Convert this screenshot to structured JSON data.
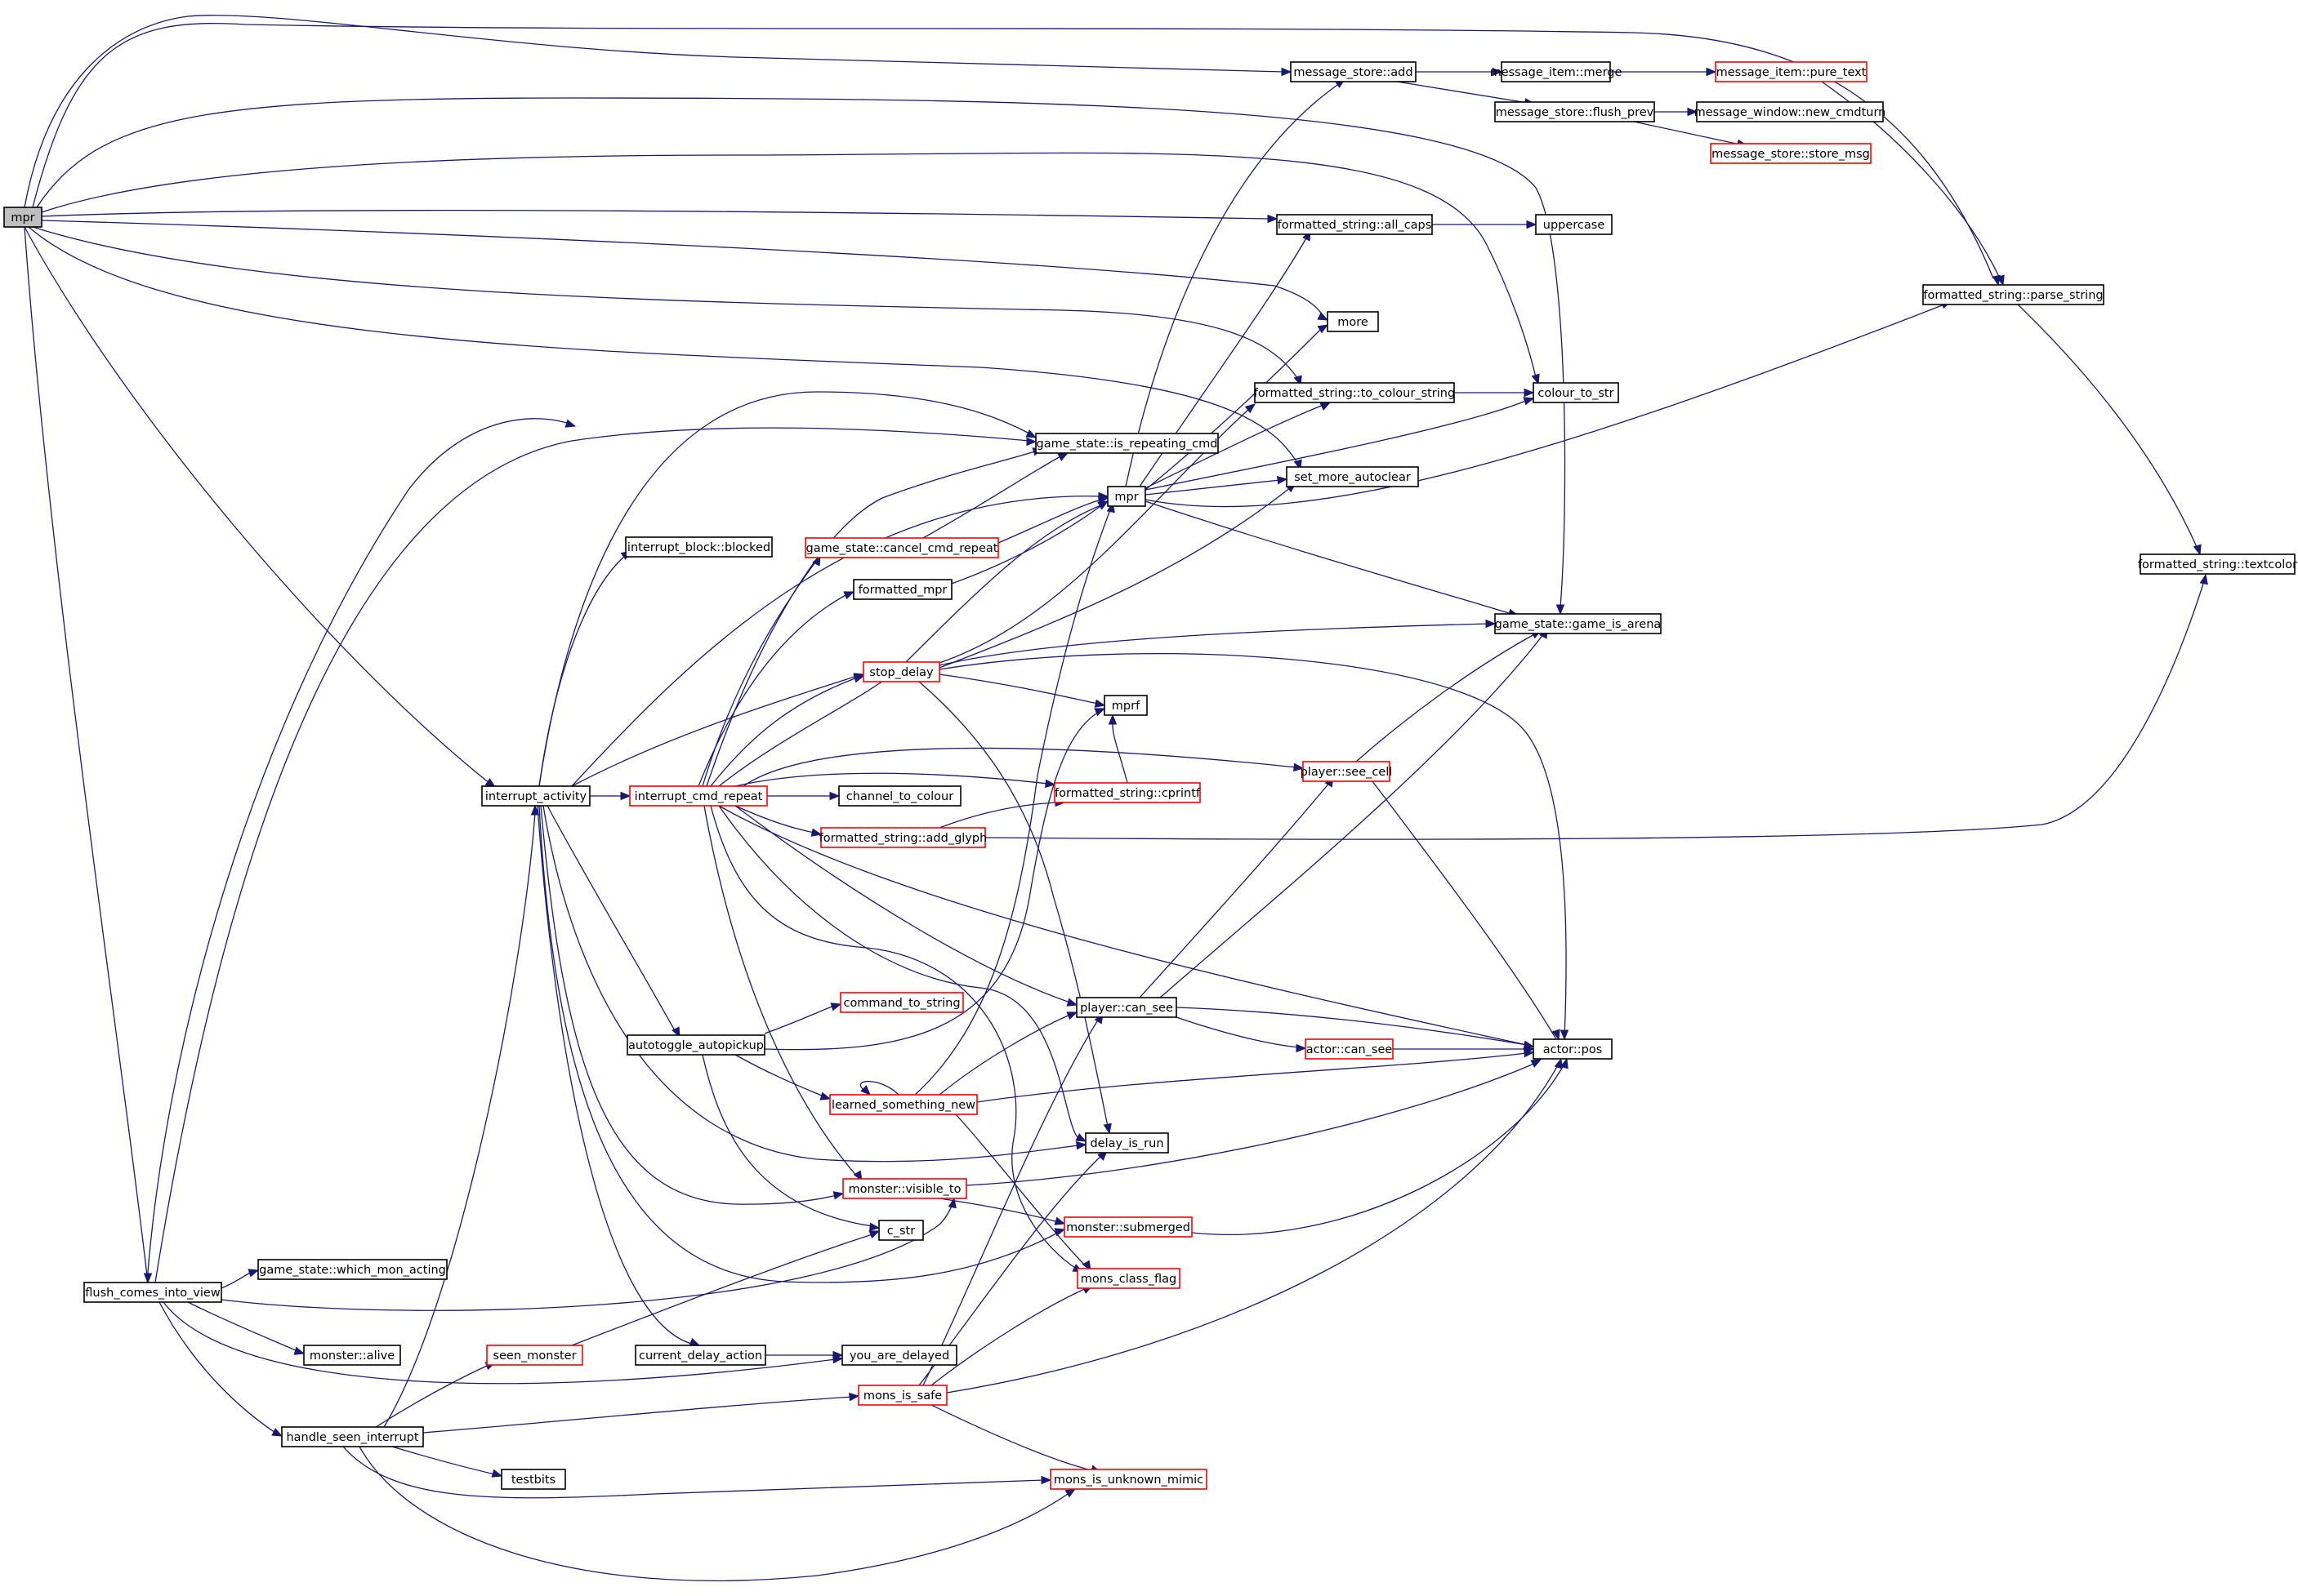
{
  "diagram": {
    "type": "call-graph",
    "colors": {
      "edge": "#191970",
      "root_fill": "#bfbfbf",
      "node_fill": "#ffffff",
      "node_border": "#000000",
      "red_border": "#ff0000"
    },
    "nodes": [
      {
        "id": "mpr_root",
        "label": "mpr",
        "style": "root"
      },
      {
        "id": "ms_add",
        "label": "message_store::add",
        "style": "normal"
      },
      {
        "id": "mi_merge",
        "label": "message_item::merge",
        "style": "normal"
      },
      {
        "id": "mi_pure",
        "label": "message_item::pure_text",
        "style": "red"
      },
      {
        "id": "ms_flush",
        "label": "message_store::flush_prev",
        "style": "normal"
      },
      {
        "id": "mw_newcmd",
        "label": "message_window::new_cmdturn",
        "style": "normal"
      },
      {
        "id": "ms_store",
        "label": "message_store::store_msg",
        "style": "red"
      },
      {
        "id": "fs_allcaps",
        "label": "formatted_string::all_caps",
        "style": "normal"
      },
      {
        "id": "uppercase",
        "label": "uppercase",
        "style": "normal"
      },
      {
        "id": "fs_parse",
        "label": "formatted_string::parse_string",
        "style": "normal"
      },
      {
        "id": "more",
        "label": "more",
        "style": "normal"
      },
      {
        "id": "fs_tocolour",
        "label": "formatted_string::to_colour_string",
        "style": "normal"
      },
      {
        "id": "colour_to_str",
        "label": "colour_to_str",
        "style": "normal"
      },
      {
        "id": "gs_isrep",
        "label": "game_state::is_repeating_cmd",
        "style": "normal"
      },
      {
        "id": "set_more",
        "label": "set_more_autoclear",
        "style": "normal"
      },
      {
        "id": "mpr2",
        "label": "mpr",
        "style": "normal"
      },
      {
        "id": "fs_textcolor",
        "label": "formatted_string::textcolor",
        "style": "normal"
      },
      {
        "id": "ib_blocked",
        "label": "interrupt_block::blocked",
        "style": "normal"
      },
      {
        "id": "gs_cancel",
        "label": "game_state::cancel_cmd_repeat",
        "style": "red"
      },
      {
        "id": "formatted_mpr",
        "label": "formatted_mpr",
        "style": "normal"
      },
      {
        "id": "gs_arena",
        "label": "game_state::game_is_arena",
        "style": "normal"
      },
      {
        "id": "stop_delay",
        "label": "stop_delay",
        "style": "red"
      },
      {
        "id": "mprf",
        "label": "mprf",
        "style": "normal"
      },
      {
        "id": "player_seecell",
        "label": "player::see_cell",
        "style": "red"
      },
      {
        "id": "interrupt_activity",
        "label": "interrupt_activity",
        "style": "normal"
      },
      {
        "id": "interrupt_cmd",
        "label": "interrupt_cmd_repeat",
        "style": "red"
      },
      {
        "id": "channel",
        "label": "channel_to_colour",
        "style": "normal"
      },
      {
        "id": "fs_cprintf",
        "label": "formatted_string::cprintf",
        "style": "red"
      },
      {
        "id": "fs_addglyph",
        "label": "formatted_string::add_glyph",
        "style": "red"
      },
      {
        "id": "cmd_to_string",
        "label": "command_to_string",
        "style": "red"
      },
      {
        "id": "player_cansee",
        "label": "player::can_see",
        "style": "normal"
      },
      {
        "id": "autotoggle",
        "label": "autotoggle_autopickup",
        "style": "normal"
      },
      {
        "id": "actor_cansee",
        "label": "actor::can_see",
        "style": "red"
      },
      {
        "id": "actor_pos",
        "label": "actor::pos",
        "style": "normal"
      },
      {
        "id": "learned",
        "label": "learned_something_new",
        "style": "red"
      },
      {
        "id": "delay_is_run",
        "label": "delay_is_run",
        "style": "normal"
      },
      {
        "id": "mon_visible",
        "label": "monster::visible_to",
        "style": "red"
      },
      {
        "id": "mon_submerged",
        "label": "monster::submerged",
        "style": "red"
      },
      {
        "id": "c_str",
        "label": "c_str",
        "style": "normal"
      },
      {
        "id": "gs_which",
        "label": "game_state::which_mon_acting",
        "style": "normal"
      },
      {
        "id": "flush",
        "label": "flush_comes_into_view",
        "style": "normal"
      },
      {
        "id": "mons_class_flag",
        "label": "mons_class_flag",
        "style": "red"
      },
      {
        "id": "mon_alive",
        "label": "monster::alive",
        "style": "normal"
      },
      {
        "id": "seen_monster",
        "label": "seen_monster",
        "style": "red"
      },
      {
        "id": "cur_delay",
        "label": "current_delay_action",
        "style": "normal"
      },
      {
        "id": "you_delayed",
        "label": "you_are_delayed",
        "style": "normal"
      },
      {
        "id": "mons_is_safe",
        "label": "mons_is_safe",
        "style": "red"
      },
      {
        "id": "handle_seen",
        "label": "handle_seen_interrupt",
        "style": "normal"
      },
      {
        "id": "testbits",
        "label": "testbits",
        "style": "normal"
      },
      {
        "id": "mons_mimic",
        "label": "mons_is_unknown_mimic",
        "style": "red"
      }
    ]
  }
}
